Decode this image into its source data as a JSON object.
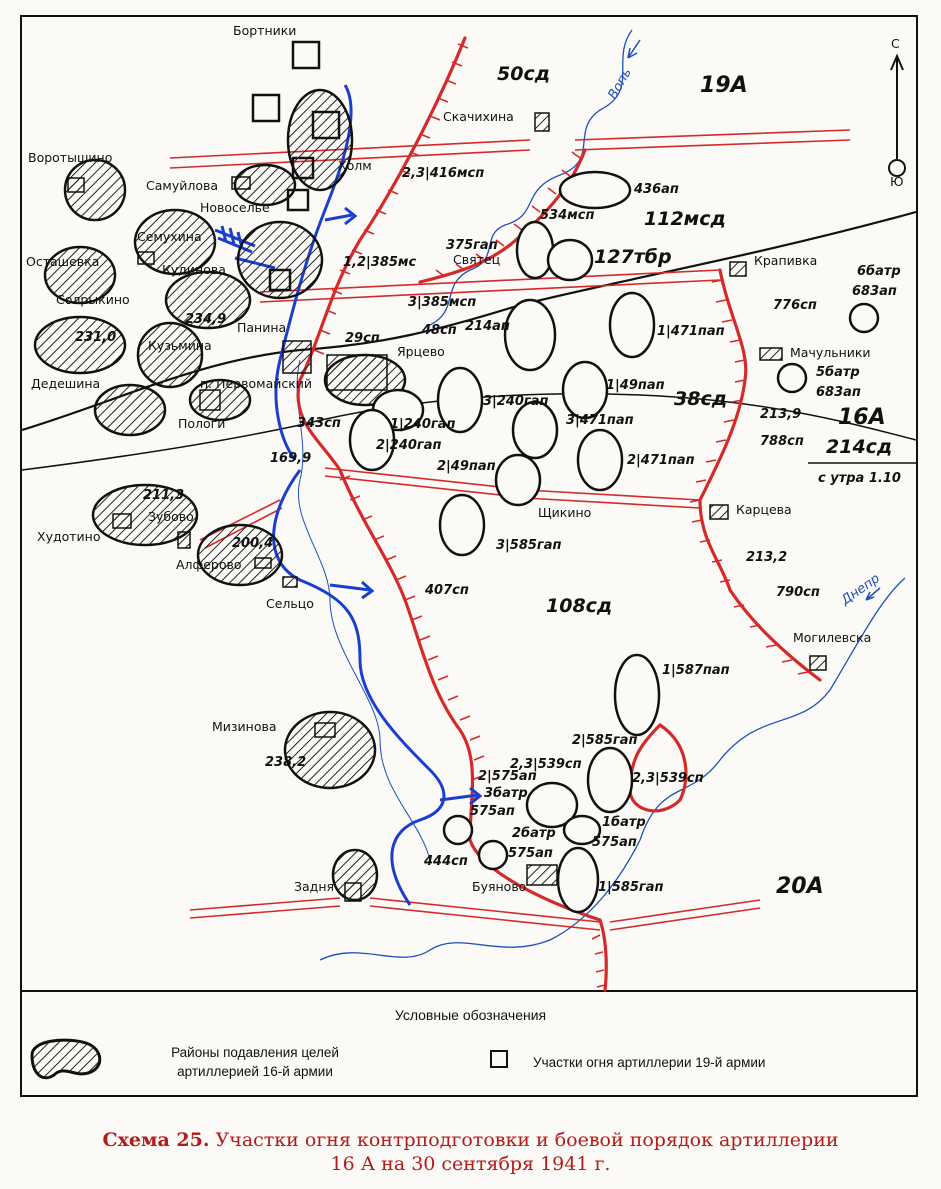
{
  "map": {
    "north_top": "С",
    "north_bottom": "Ю",
    "army_labels": [
      "19А",
      "16А",
      "20А"
    ],
    "division_labels": [
      "50сд",
      "112мсд",
      "127тбр",
      "38сд",
      "214сд",
      "108сд"
    ],
    "time_note": "с утра 1.10",
    "rivers": [
      "Вопь",
      "Днепр"
    ],
    "places": [
      "Бортники",
      "Скачихина",
      "Воротышино",
      "Самуйлова",
      "Холм",
      "Новоселье",
      "Семухина",
      "Кудинова",
      "Осташевка",
      "Солрыкино",
      "Святец",
      "Крапивка",
      "Дедешина",
      "Кузьмина",
      "Панина",
      "Ярцево",
      "Мачульники",
      "п. Первомайский",
      "Пологи",
      "Худотино",
      "Зубово",
      "Щикино",
      "Карцева",
      "Алферово",
      "Сельцо",
      "Могилевска",
      "Мизинова",
      "Задня",
      "Буяново"
    ],
    "heights": [
      "234,9",
      "231,0",
      "169,9",
      "211,3",
      "200,4",
      "213,9",
      "213,2",
      "238,2"
    ],
    "units": [
      "2,3|416мсп",
      "436ап",
      "534мсп",
      "375гап",
      "1,2|385мс",
      "3|385мсп",
      "48сп",
      "214ап",
      "1|471пап",
      "776сп",
      "6батр",
      "683ап",
      "5батр",
      "683ап",
      "29сп",
      "343сп",
      "1|240гап",
      "3|240гап",
      "2|240гап",
      "1|49пап",
      "3|471пап",
      "2|49пап",
      "2|471пап",
      "788сп",
      "3|585гап",
      "407сп",
      "790сп",
      "1|587пап",
      "2|585гап",
      "2,3|539сп",
      "2,3|539сп",
      "2|575ап",
      "3батр",
      "575ап",
      "2батр",
      "1батр",
      "575ап",
      "575ап",
      "444сп",
      "1|585гап"
    ]
  },
  "legend": {
    "title": "Условные обозначения",
    "suppression_line1": "Районы подавления целей",
    "suppression_line2": "артиллерией 16-й армии",
    "fire_sectors": "Участки огня артиллерии 19-й армии"
  },
  "caption": {
    "prefix": "Схема 25.",
    "line1": "Участки огня контрподготовки и боевой порядок артиллерии",
    "line2": "16 А на 30 сентября 1941 г."
  },
  "colors": {
    "front": "#d42a2a",
    "river": "#1e4fb8",
    "arrow": "#1a3fcf",
    "ink": "#111111",
    "caption": "#b31b1b"
  }
}
